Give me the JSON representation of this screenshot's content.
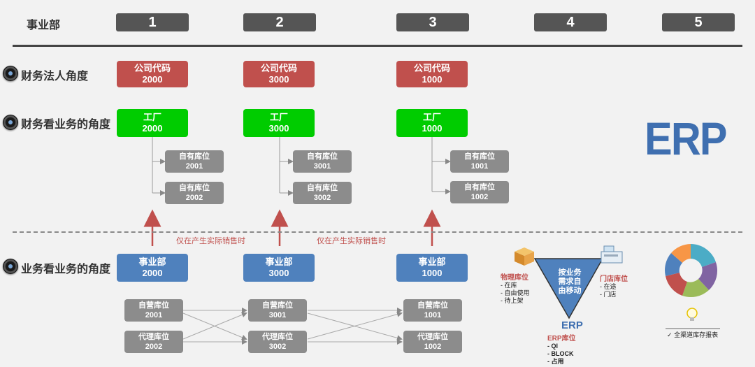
{
  "header": {
    "label": "事业部",
    "columns": [
      "1",
      "2",
      "3",
      "4",
      "5"
    ]
  },
  "rows": {
    "legal": "财务法人角度",
    "finance_business": "财务看业务的角度",
    "business": "业务看业务的角度"
  },
  "company_codes": [
    {
      "label": "公司代码",
      "code": "2000"
    },
    {
      "label": "公司代码",
      "code": "3000"
    },
    {
      "label": "公司代码",
      "code": "1000"
    }
  ],
  "plants": [
    {
      "label": "工厂",
      "code": "2000"
    },
    {
      "label": "工厂",
      "code": "3000"
    },
    {
      "label": "工厂",
      "code": "1000"
    }
  ],
  "own_storage": [
    [
      {
        "label": "自有库位",
        "code": "2001"
      },
      {
        "label": "自有库位",
        "code": "2002"
      }
    ],
    [
      {
        "label": "自有库位",
        "code": "3001"
      },
      {
        "label": "自有库位",
        "code": "3002"
      }
    ],
    [
      {
        "label": "自有库位",
        "code": "1001"
      },
      {
        "label": "自有库位",
        "code": "1002"
      }
    ]
  ],
  "notes": [
    "仅在产生实际销售时",
    "仅在产生实际销售时"
  ],
  "divisions": [
    {
      "label": "事业部",
      "code": "2000"
    },
    {
      "label": "事业部",
      "code": "3000"
    },
    {
      "label": "事业部",
      "code": "1000"
    }
  ],
  "self_storage": [
    {
      "label": "自营库位",
      "code": "2001"
    },
    {
      "label": "自营库位",
      "code": "3001"
    },
    {
      "label": "自营库位",
      "code": "1001"
    }
  ],
  "agent_storage": [
    {
      "label": "代理库位",
      "code": "2002"
    },
    {
      "label": "代理库位",
      "code": "3002"
    },
    {
      "label": "代理库位",
      "code": "1002"
    }
  ],
  "erp_logo": "ERP",
  "triangle": {
    "center_text": [
      "按业务",
      "需求自",
      "由移动"
    ],
    "physical": {
      "title": "物理库位",
      "items": [
        "- 在库",
        "- 自由使用",
        "- 待上架"
      ]
    },
    "store": {
      "title": "门店库位",
      "items": [
        "- 在途",
        "- 门店"
      ]
    },
    "erp_mark": "ERP",
    "erp": {
      "title": "ERP库位",
      "items": [
        "- QI",
        "- BLOCK",
        "- 占用"
      ]
    }
  },
  "report": {
    "check": "✓",
    "text": "全渠道库存报表"
  },
  "colors": {
    "red": "#c0504d",
    "green": "#00cc00",
    "blue": "#4f81bd",
    "grey": "#8c8c8c",
    "erp": "#3f6fb0"
  }
}
